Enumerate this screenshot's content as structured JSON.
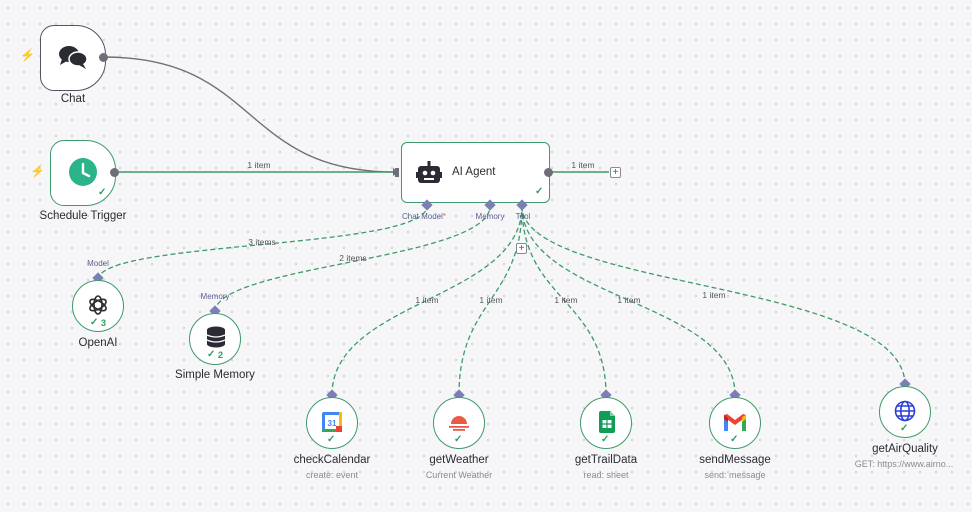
{
  "nodes": {
    "chat": {
      "label": "Chat"
    },
    "schedule": {
      "label": "Schedule Trigger"
    },
    "agent": {
      "label": "AI Agent"
    },
    "openai": {
      "label": "OpenAI",
      "badge_count": "3"
    },
    "memory": {
      "label": "Simple Memory",
      "badge_count": "2"
    },
    "check_calendar": {
      "label": "checkCalendar",
      "subtitle": "create: event"
    },
    "get_weather": {
      "label": "getWeather",
      "subtitle": "Current Weather"
    },
    "get_trail_data": {
      "label": "getTrailData",
      "subtitle": "read: sheet"
    },
    "send_message": {
      "label": "sendMessage",
      "subtitle": "send: message"
    },
    "get_air_quality": {
      "label": "getAirQuality",
      "subtitle": "GET: https://www.airno..."
    }
  },
  "ports": {
    "chat_model": "Chat Model",
    "required_mark": "*",
    "memory": "Memory",
    "tool": "Tool",
    "openai_model": "Model",
    "memory_in": "Memory"
  },
  "edges": {
    "schedule_to_agent": "1 item",
    "agent_out": "1 item",
    "openai_to_agent": "3 items",
    "memory_to_agent": "2 items",
    "tool_calendar": "1 item",
    "tool_weather": "1 item",
    "tool_trail": "1 item",
    "tool_message": "1 item",
    "tool_air": "1 item"
  },
  "symbols": {
    "check": "✓",
    "plus": "+",
    "bolt": "⚡"
  },
  "colors": {
    "success": "#3d9a6a",
    "sub_port": "#7b7fb6",
    "trigger_bolt": "#f0725a",
    "schedule_icon": "#2bb48a"
  },
  "icons": [
    "chat-bubbles-icon",
    "clock-icon",
    "robot-icon",
    "openai-icon",
    "database-icon",
    "google-calendar-icon",
    "weather-icon",
    "google-sheets-icon",
    "gmail-icon",
    "globe-icon",
    "lightning-bolt-icon",
    "check-icon",
    "plus-icon"
  ]
}
